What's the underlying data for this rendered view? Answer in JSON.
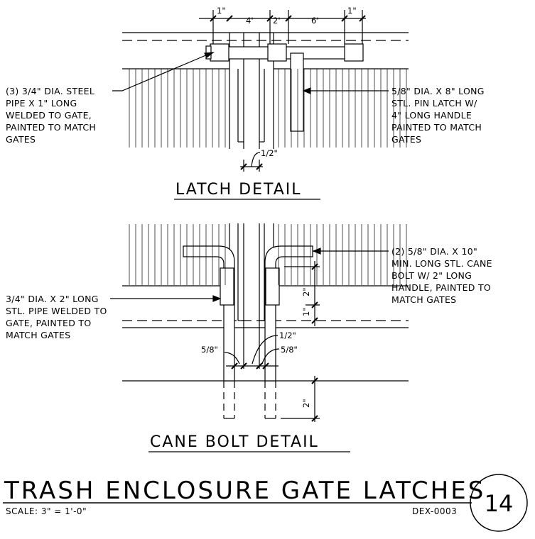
{
  "latch": {
    "title": "LATCH DETAIL",
    "dims": [
      "1\"",
      "4'",
      "2'",
      "6'",
      "1\"",
      "1/2\""
    ],
    "note_left": [
      "(3) 3/4\" DIA. STEEL",
      "PIPE X 1\" LONG",
      "WELDED TO GATE,",
      "PAINTED TO MATCH",
      "GATES"
    ],
    "note_right": [
      "5/8\" DIA. X 8\" LONG",
      "STL. PIN LATCH W/",
      "4\" LONG HANDLE",
      "PAINTED TO MATCH",
      "GATES"
    ]
  },
  "cane": {
    "title": "CANE BOLT DETAIL",
    "dims": [
      "2\"",
      "1\"",
      "1/2\"",
      "5/8\"",
      "5/8\"",
      "2\""
    ],
    "note_left": [
      "3/4\" DIA. X 2\" LONG",
      "STL. PIPE WELDED TO",
      "GATE, PAINTED TO",
      "MATCH GATES"
    ],
    "note_right": [
      "(2) 5/8\" DIA. X 10\"",
      "MIN. LONG STL. CANE",
      "BOLT W/ 2\" LONG",
      "HANDLE, PAINTED TO",
      "MATCH GATES"
    ]
  },
  "title_block": {
    "title": "TRASH ENCLOSURE GATE LATCHES",
    "scale": "SCALE: 3\" = 1'-0\"",
    "code": "DEX-0003",
    "number": "14"
  }
}
